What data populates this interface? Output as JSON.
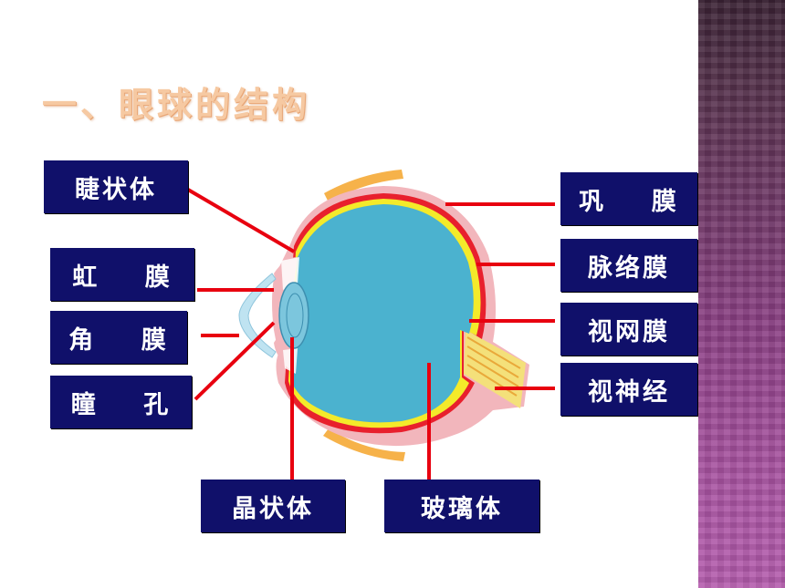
{
  "title": "一、眼球的结构",
  "labels": {
    "ciliary_body": "睫状体",
    "iris": "虹    膜",
    "cornea": "角    膜",
    "pupil": "瞳    孔",
    "lens": "晶状体",
    "vitreous": "玻璃体",
    "sclera": "巩    膜",
    "choroid": "脉络膜",
    "retina": "视网膜",
    "optic_nerve": "视神经"
  },
  "colors": {
    "label_bg": "#10106a",
    "leader_line": "#e8000f",
    "vitreous": "#4bb2cf",
    "sclera": "#f2b6bc",
    "choroid": "#e8202d",
    "retina": "#f4ea2a",
    "sidebar": "#8a3f83"
  }
}
